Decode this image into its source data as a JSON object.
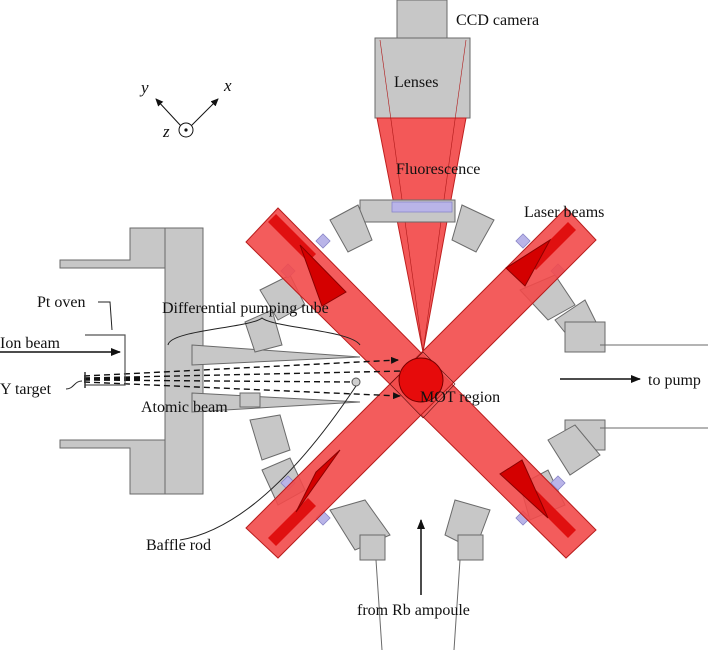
{
  "labels": {
    "ccd_camera": "CCD camera",
    "lenses": "Lenses",
    "fluorescence": "Fluorescence",
    "laser_beams": "Laser beams",
    "pt_oven": "Pt oven",
    "ion_beam": "Ion beam",
    "y_target": "Y target",
    "diff_pumping_tube": "Differential pumping tube",
    "atomic_beam": "Atomic beam",
    "mot_region": "MOT region",
    "to_pump": "to pump",
    "baffle_rod": "Baffle rod",
    "from_rb": "from Rb ampoule"
  },
  "axes": {
    "x": "x",
    "y": "y",
    "z": "z"
  },
  "colors": {
    "laser": "#f24a4a",
    "laser_core": "#e01010",
    "hardware": "#c7c7c7",
    "window": "#b9b4e8"
  }
}
